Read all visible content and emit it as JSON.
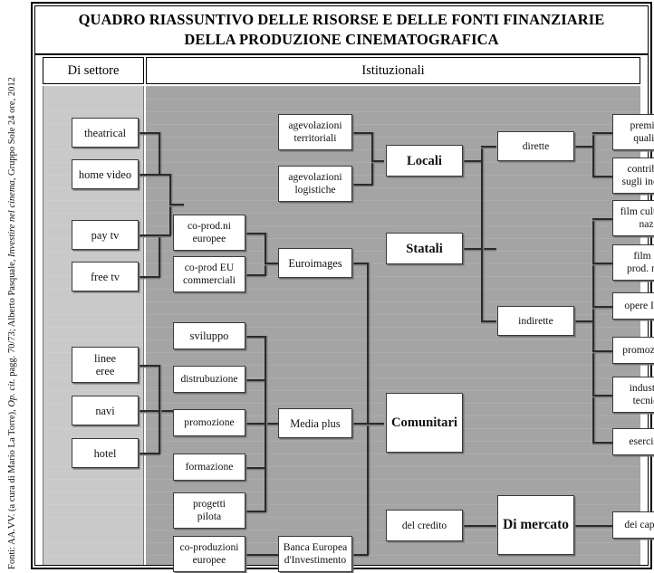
{
  "source_note": {
    "prefix": "Fonti: AA.VV. (a cura di Mario La Torre), ",
    "italic1": "Op. cit.",
    "mid": " pagg. 70/73; Alberto Pasquale, ",
    "italic2": "Investire nel cinema",
    "suffix": ", Gruppo Sole 24 ore, 2012"
  },
  "title": {
    "line1": "QUADRO RIASSUNTIVO DELLE RISORSE E DELLE FONTI FINANZIARIE",
    "line2": "DELLA PRODUZIONE CINEMATOGRAFICA"
  },
  "headers": {
    "left": "Di settore",
    "right": "Istituzionali"
  },
  "colors": {
    "panel_left_bg": "#c9c9c9",
    "panel_right_bg": "#a4a4a4",
    "node_bg": "#ffffff",
    "node_border": "#3a3a3a",
    "connector": "#2b2b2b",
    "frame": "#000000"
  },
  "nodes": {
    "col1": [
      {
        "id": "theatrical",
        "label": "theatrical"
      },
      {
        "id": "home-video",
        "label": "home video"
      },
      {
        "id": "pay-tv",
        "label": "pay tv"
      },
      {
        "id": "free-tv",
        "label": "free tv"
      },
      {
        "id": "linee-eree",
        "label": "linee\neree"
      },
      {
        "id": "navi",
        "label": "navi"
      },
      {
        "id": "hotel",
        "label": "hotel"
      }
    ],
    "col2": [
      {
        "id": "co-prodni-europee",
        "label": "co-prod.ni\neuropee"
      },
      {
        "id": "co-prod-eu-commerciali",
        "label": "co-prod EU\ncommerciali"
      },
      {
        "id": "sviluppo",
        "label": "sviluppo"
      },
      {
        "id": "distrubuzione",
        "label": "distrubuzione"
      },
      {
        "id": "promozione-media",
        "label": "promozione"
      },
      {
        "id": "formazione",
        "label": "formazione"
      },
      {
        "id": "progetti-pilota",
        "label": "progetti\npilota"
      },
      {
        "id": "co-produzioni-europee",
        "label": "co-produzioni\neuropee"
      }
    ],
    "col3": [
      {
        "id": "agevolazioni-territoriali",
        "label": "agevolazioni\nterritoriali"
      },
      {
        "id": "agevolazioni-logistiche",
        "label": "agevolazioni\nlogistiche"
      },
      {
        "id": "euroimages",
        "label": "Euroimages"
      },
      {
        "id": "media-plus",
        "label": "Media plus"
      },
      {
        "id": "banca-europea",
        "label": "Banca Europea\nd'Investimento"
      }
    ],
    "col4": [
      {
        "id": "locali",
        "label": "Locali"
      },
      {
        "id": "statali",
        "label": "Statali"
      },
      {
        "id": "comunitari",
        "label": "Comunitari"
      },
      {
        "id": "del-credito",
        "label": "del credito"
      }
    ],
    "col5": [
      {
        "id": "dirette",
        "label": "dirette"
      },
      {
        "id": "indirette",
        "label": "indirette"
      },
      {
        "id": "di-mercato",
        "label": "Di mercato"
      }
    ],
    "col6": [
      {
        "id": "premi-di-qualita",
        "label": "premi di\nqualità"
      },
      {
        "id": "contributi-incassi",
        "label": "contributi\nsugli incassi"
      },
      {
        "id": "film-culturali-naz",
        "label": "film culturali\nnaz."
      },
      {
        "id": "film-di-prod-naz",
        "label": "film di\nprod. naz."
      },
      {
        "id": "opere-i-e-ii",
        "label": "opere  I e II"
      },
      {
        "id": "promozione",
        "label": "promozione"
      },
      {
        "id": "industria-tecnica",
        "label": "industria\ntecnica"
      },
      {
        "id": "esercizio",
        "label": "esercizio"
      },
      {
        "id": "dei-capitali",
        "label": "dei capitali"
      }
    ]
  }
}
